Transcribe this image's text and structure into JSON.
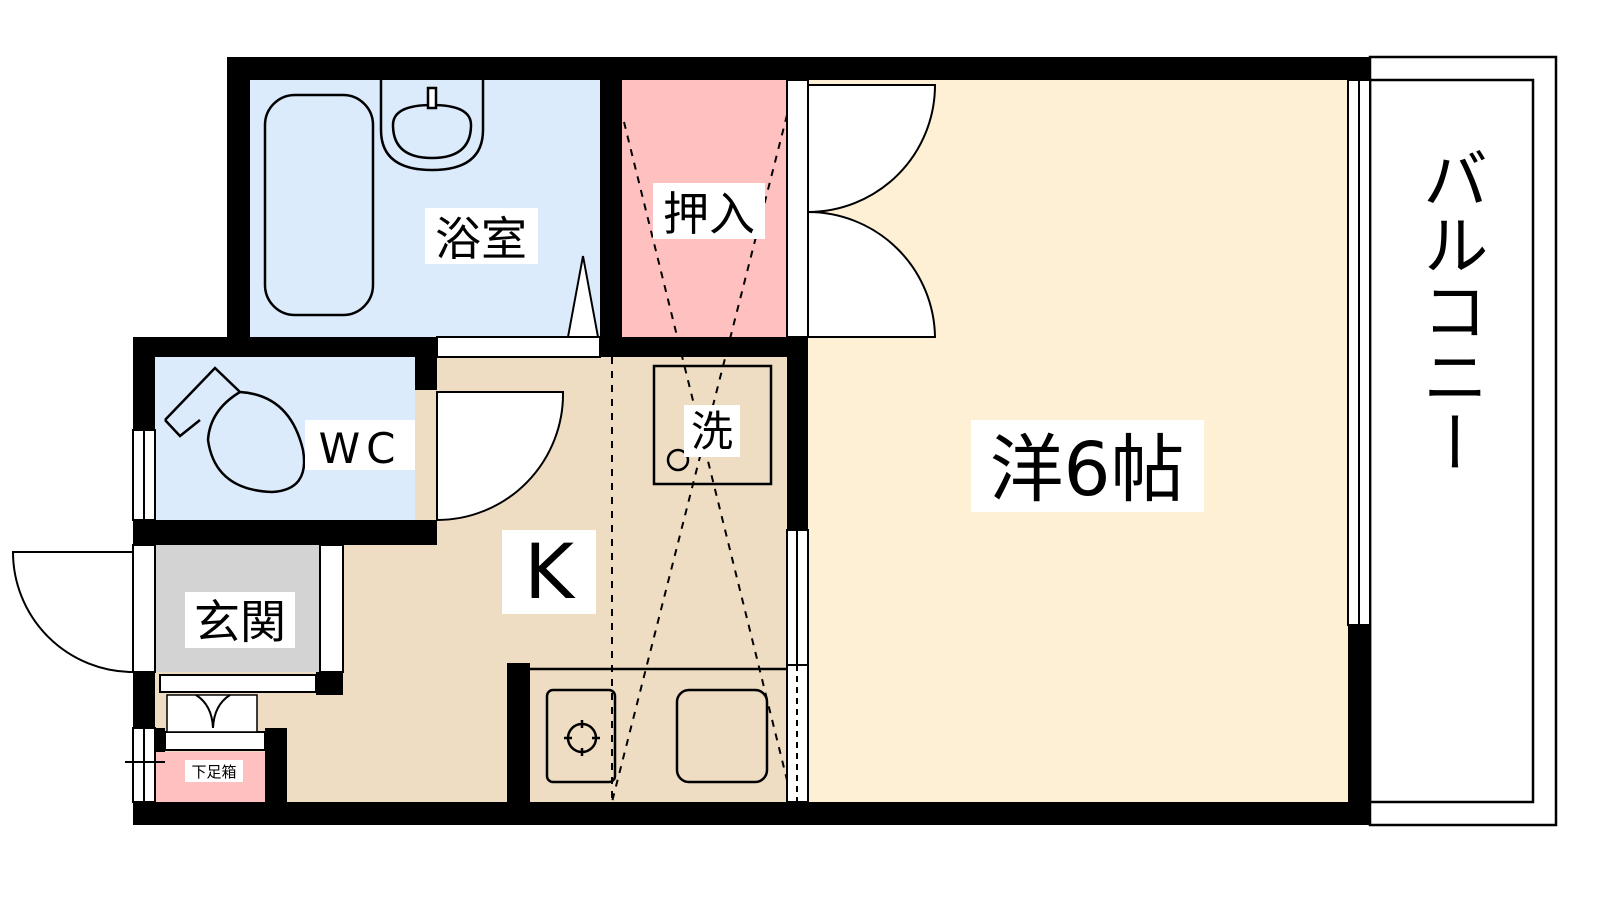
{
  "rooms": {
    "bath": "浴室",
    "closet": "押入",
    "wc": "WC",
    "laundry": "洗",
    "kitchen": "K",
    "western": "洋6帖",
    "entrance": "玄関",
    "shoe_box": "下足箱",
    "balcony": "バルコニー"
  },
  "colors": {
    "bath": "#DCEBFC",
    "closet": "#FFC0C0",
    "kitchen": "#EEDDC3",
    "western": "#FDF0D5",
    "entrance": "#D3D3D3",
    "wall": "#000000"
  }
}
